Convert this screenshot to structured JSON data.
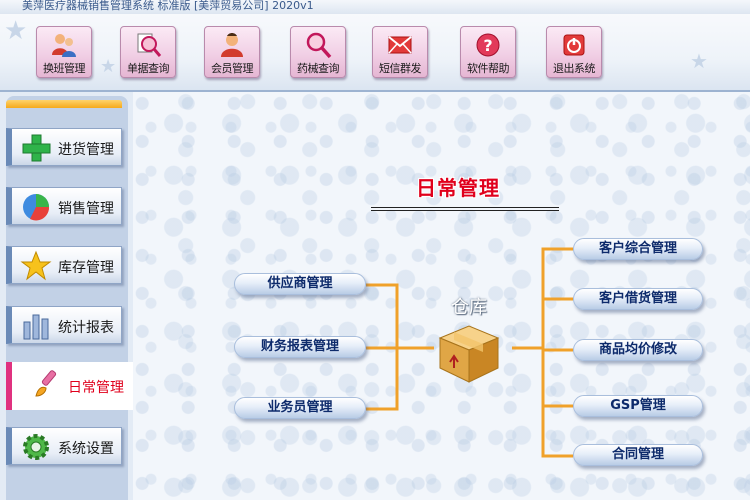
{
  "window": {
    "title": "美萍医疗器械销售管理系统 标准版 [美萍贸易公司] 2020v1"
  },
  "toolbar": {
    "buttons": [
      {
        "label": "换班管理",
        "icon": "people-swap-icon"
      },
      {
        "label": "单据查询",
        "icon": "magnifier-doc-icon"
      },
      {
        "label": "会员管理",
        "icon": "member-icon"
      },
      {
        "label": "药械查询",
        "icon": "magnifier-icon"
      },
      {
        "label": "短信群发",
        "icon": "envelope-icon"
      },
      {
        "label": "软件帮助",
        "icon": "help-icon"
      },
      {
        "label": "退出系统",
        "icon": "power-icon"
      }
    ]
  },
  "sidebar": {
    "items": [
      {
        "label": "进货管理",
        "icon": "plus-icon"
      },
      {
        "label": "销售管理",
        "icon": "pie-chart-icon"
      },
      {
        "label": "库存管理",
        "icon": "star-icon"
      },
      {
        "label": "统计报表",
        "icon": "bar-chart-icon"
      },
      {
        "label": "日常管理",
        "icon": "brush-icon",
        "active": true
      },
      {
        "label": "系统设置",
        "icon": "gear-icon"
      }
    ]
  },
  "main": {
    "title": "日常管理",
    "center_label": "仓库",
    "left_buttons": [
      "供应商管理",
      "财务报表管理",
      "业务员管理"
    ],
    "right_buttons": [
      "客户综合管理",
      "客户借货管理",
      "商品均价修改",
      "GSP管理",
      "合同管理"
    ]
  },
  "colors": {
    "accent_red": "#e0001c",
    "connector_orange": "#f0a12a",
    "toolbar_button_pink": "#f1cfe5",
    "active_marker": "#e0317f"
  }
}
